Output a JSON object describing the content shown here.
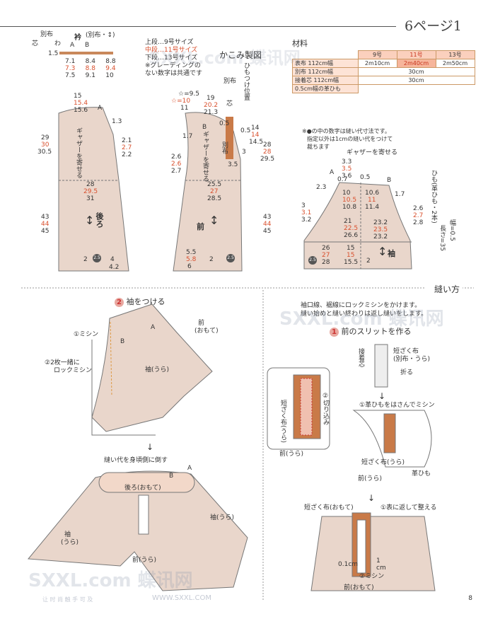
{
  "header": {
    "title": "6ページ1",
    "page_number": "8"
  },
  "collar": {
    "labels": {
      "bessu": "別布",
      "shin": "芯",
      "eri": "衿",
      "eri_sub": "(別布・↕)",
      "wa": "わ",
      "A": "A",
      "B": "B",
      "seam": "1.5"
    },
    "rows": [
      [
        "7.1",
        "8.4",
        "8.8"
      ],
      [
        "7.3",
        "8.8",
        "9.4"
      ],
      [
        "7.5",
        "9.1",
        "10"
      ]
    ]
  },
  "size_note": {
    "line1": "上段…9号サイズ",
    "line2": "中段…11号サイズ",
    "line3": "下段…13号サイズ",
    "line4": "※グレーディングの",
    "line5": "ない数字は共通です"
  },
  "diagram_title": "かこみ製図",
  "himo": "ひもつけ位置",
  "materials": {
    "title": "材料",
    "headers": [
      "",
      "9号",
      "11号",
      "13号"
    ],
    "rows": [
      [
        "表布 112cm幅",
        "2m10cm",
        "2m40cm",
        "2m50cm"
      ],
      [
        "別布 112cm幅",
        "30cm"
      ],
      [
        "接着芯 112cm幅",
        "30cm"
      ],
      [
        "0.5cm幅の革ひも"
      ]
    ]
  },
  "back": {
    "top": [
      "15",
      "15.4",
      "15.6"
    ],
    "A": "A",
    "d13": "1.3",
    "left": [
      "29",
      "30",
      "30.5"
    ],
    "arm": [
      "2.1",
      "2.7",
      "2.2"
    ],
    "gather": "ギャザーを寄せる",
    "mid": [
      "28",
      "29.5",
      "31"
    ],
    "low": [
      "43",
      "44",
      "45"
    ],
    "label": "後ろ",
    "bottom": [
      "2",
      "4",
      "4.2"
    ],
    "badge": "2.5"
  },
  "front": {
    "star": [
      "☆=9.5",
      "☆=10",
      "11"
    ],
    "top": [
      "19",
      "20.2",
      "21.3"
    ],
    "bessu": "別布",
    "shin": "芯",
    "B": "B",
    "v05a": "0.5",
    "v05b": "0.5",
    "d17": "1.7",
    "v14": [
      "14",
      "14",
      "14.5"
    ],
    "v3": "3",
    "v35": "3.5",
    "arm": [
      "2.6",
      "2.6",
      "2.7"
    ],
    "gather": "ギャザーを寄せる",
    "side_cloth": "別布",
    "right": [
      "28",
      "28",
      "29.5"
    ],
    "mid": [
      "25.5",
      "27",
      "28.5"
    ],
    "low": [
      "43",
      "44",
      "45"
    ],
    "label": "前",
    "bottom": [
      "5.5",
      "5.8",
      "6"
    ],
    "b2": "2",
    "badge": "2.5"
  },
  "sleeve": {
    "note1": "※●の中の数字は縫い代寸法です。",
    "note2": "指定以外は1cmの縫い代をつけて",
    "note3": "裁ちます",
    "gather": "ギャザーを寄せる",
    "top": [
      "3.3",
      "3.5",
      "3.6"
    ],
    "A": "A",
    "B": "B",
    "d07": "0.7",
    "d05": "0.5",
    "d23": "2.3",
    "d17": "1.7",
    "left": [
      "10",
      "10.5",
      "10.8"
    ],
    "left2": [
      "10.6",
      "11",
      "11.4"
    ],
    "l3": [
      "3",
      "3.1",
      "3.2"
    ],
    "r26": [
      "2.6",
      "2.7",
      "2.8"
    ],
    "m1": [
      "21",
      "22.5",
      "26.6"
    ],
    "m2": [
      "23.2",
      "23.5",
      "23.2"
    ],
    "low_l": [
      "26",
      "27",
      "28"
    ],
    "low_m": [
      "15",
      "15",
      "15.5"
    ],
    "low_r": "2",
    "label": "袖",
    "badge": "2.5",
    "tie": "ひも(革ひも・2本)",
    "tie_w": "幅=0.5",
    "tie_l": "長さ=35"
  },
  "steps": {
    "sewing_title": "縫い方",
    "intro1": "袖口線、裾線にロックミシンをかけます。",
    "intro2": "縫い始めと縫い終わりは返し縫いをします。",
    "step1": {
      "num": "1",
      "title": "前のスリットを作る",
      "strip": "短ざく布",
      "strip_sub": "(別布・うら)",
      "fold": "折る",
      "shin": "接着芯"
    },
    "step1b": {
      "strip_v": "短ざく布(うら)",
      "cut": "②切り込み",
      "front": "前(うら)",
      "sew": "①革ひもをはさんでミシン",
      "strip2": "短ざく布(うら)",
      "leather": "革ひも",
      "front2": "前(うら)"
    },
    "step1c": {
      "strip": "短ざく布(おもて)",
      "turn": "①表に返して整える",
      "d01": "0.1cm",
      "d1": "1",
      "cm": "cm",
      "machine": "②ミシン",
      "front": "前(おもて)"
    },
    "step2": {
      "num": "2",
      "title": "袖をつける",
      "A": "A",
      "B": "B",
      "front": "前",
      "front_sub": "(おもて)",
      "sew": "①ミシン",
      "lock": "②2枚一緒に",
      "lock2": "ロックミシン",
      "sleeve": "袖(うら)",
      "tip": "縫い代を身頃側に倒す",
      "back": "後ろ(おもて)",
      "sleeve_l": "袖",
      "sleeve_l2": "(うら)",
      "sleeve_r": "袖(うら)",
      "front_b": "前(うら)",
      "A2": "A",
      "B2": "B"
    }
  },
  "watermark": {
    "text": "SXXL.com 蝶讯网",
    "url": "WWW.SXXL.COM",
    "sub": "让 时 尚 触 手 可 及"
  }
}
